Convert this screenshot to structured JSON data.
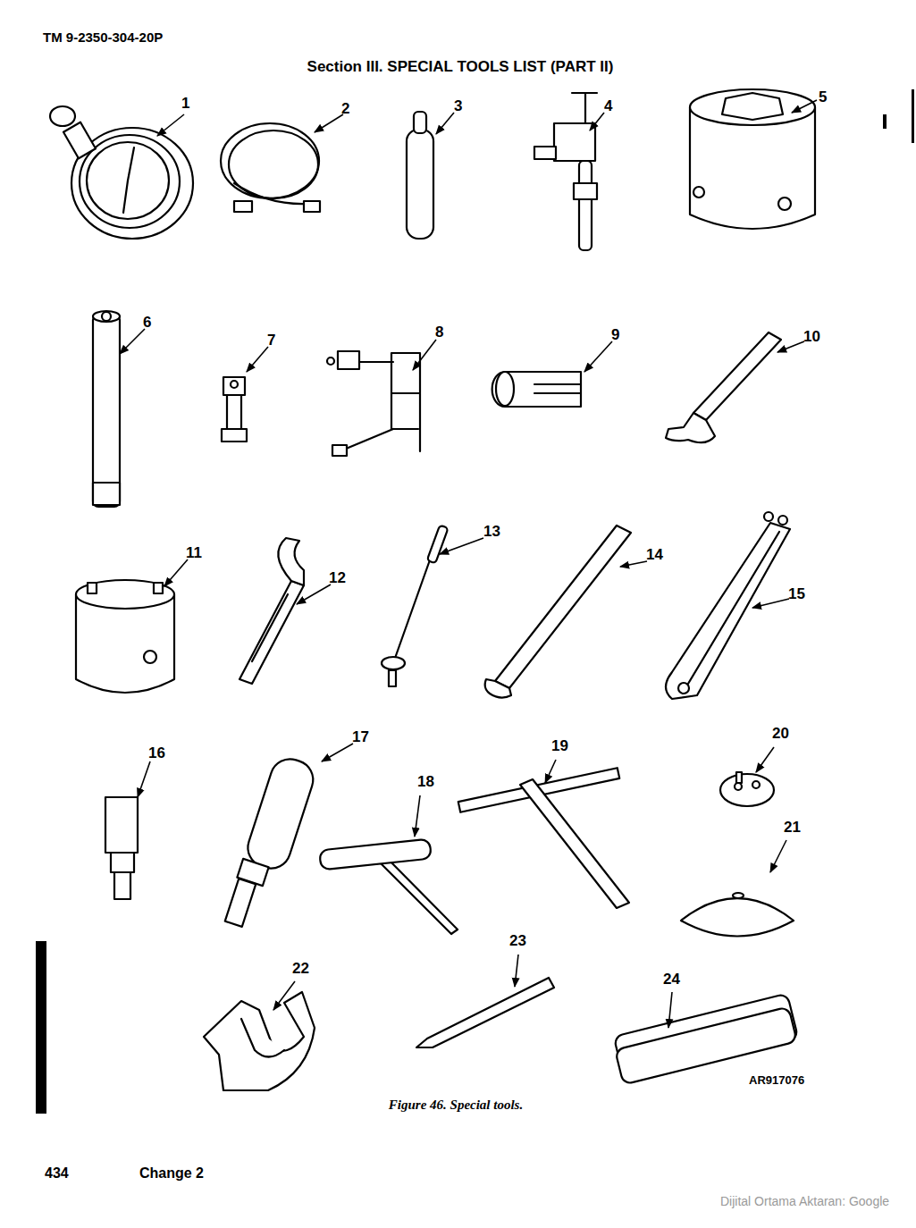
{
  "diagram": {
    "title": "Section III. SPECIAL TOOLS LIST (PART II)",
    "caption": "Figure 46. Special tools.",
    "labels": [
      "TM 9-2350-304-20P",
      "1",
      "2",
      "3",
      "4",
      "5",
      "6",
      "7",
      "8",
      "9",
      "10",
      "11",
      "12",
      "13",
      "14",
      "15",
      "16",
      "17",
      "18",
      "19",
      "20",
      "21",
      "22",
      "23",
      "24",
      "AR917076",
      "434",
      "Change 2",
      "Dijital Ortama Aktaran: Google"
    ]
  }
}
